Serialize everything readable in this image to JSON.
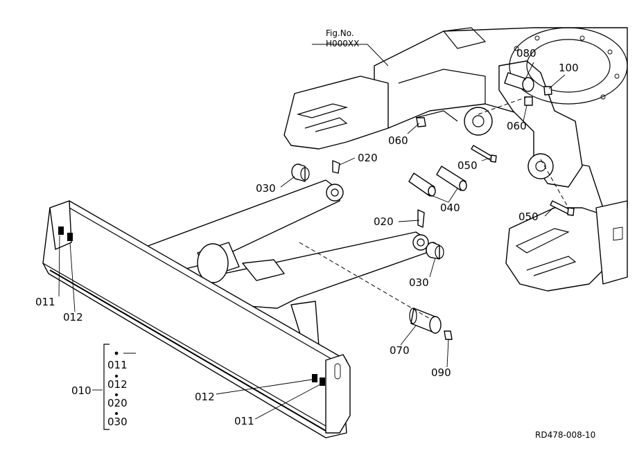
{
  "figure": {
    "fig_no_label": "Fig.No.",
    "fig_no_value": "H000XX",
    "drawing_id": "RD478-008-10"
  },
  "callouts": {
    "c080": "080",
    "c100": "100",
    "c060a": "060",
    "c060b": "060",
    "c020a": "020",
    "c020b": "020",
    "c050a": "050",
    "c050b": "050",
    "c030a": "030",
    "c030b": "030",
    "c040": "040",
    "c070": "070",
    "c090": "090",
    "c011a": "011",
    "c012a": "012",
    "c012b": "012",
    "c011b": "011"
  },
  "assembly": {
    "main": "010",
    "items": [
      "011",
      "012",
      "020",
      "030"
    ]
  }
}
